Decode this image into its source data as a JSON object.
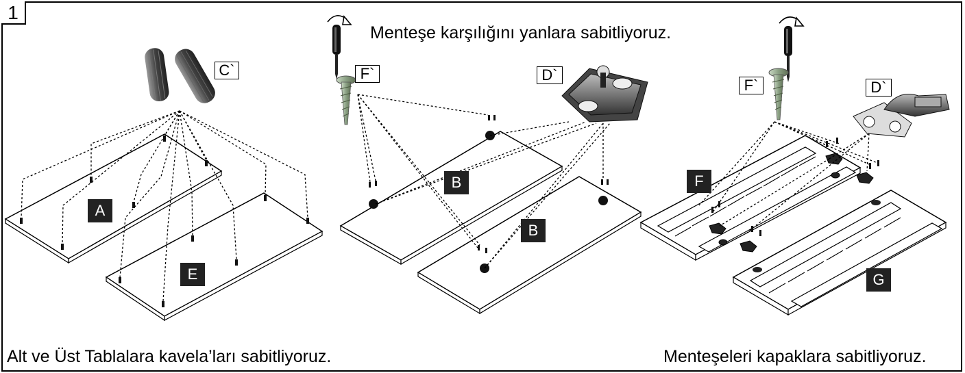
{
  "step_number": "1",
  "captions": {
    "bottom_left": "Alt ve Üst Tablalara kavela’ları sabitliyoruz.",
    "top_center": "Menteşe karşılığını yanlara sabitliyoruz.",
    "bottom_right": "Menteşeleri kapaklara sabitliyoruz."
  },
  "part_labels": {
    "dowel": "C`",
    "screw_middle": "F`",
    "hinge_plate": "D`",
    "screw_right": "F`",
    "hinge_right": "D`"
  },
  "panel_labels": {
    "panel_a": "A",
    "panel_e": "E",
    "panel_b_top": "B",
    "panel_b_bottom": "B",
    "door_f": "F",
    "door_g": "G"
  },
  "icons": [
    "screwdriver-icon",
    "rotate-arrow-icon",
    "screw-icon",
    "dowel-icon",
    "hinge-plate-icon",
    "hinge-icon"
  ]
}
